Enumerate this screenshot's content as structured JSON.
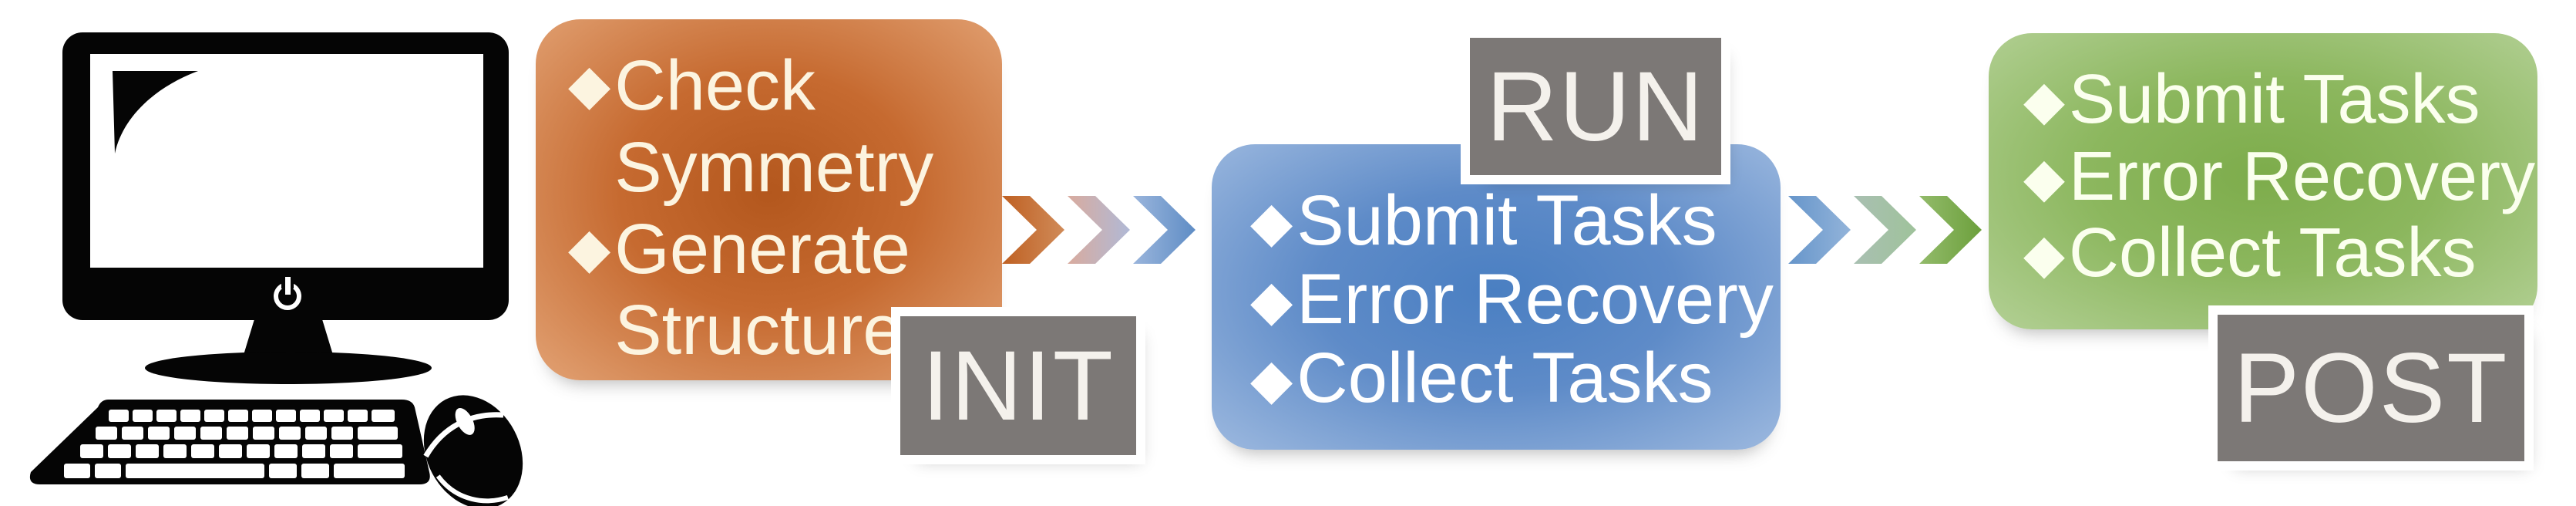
{
  "page": {
    "background": "#ffffff",
    "description_text": ""
  },
  "icons": {
    "bullet_glyph": "◆",
    "computer": "desktop-computer-with-keyboard-and-mouse"
  },
  "label_style": {
    "background": "#7c7876",
    "text_color": "#f4f1ec",
    "outline_color": "#ffffff"
  },
  "stages": [
    {
      "label": "INIT",
      "items": [
        "Check Symmetry",
        "Generate Structure"
      ],
      "colors": {
        "center": "#b3571d",
        "mid": "#c66a30",
        "edge": "#e2a274",
        "text": "#fcf4e0"
      }
    },
    {
      "label": "RUN",
      "items": [
        "Submit Tasks",
        "Error Recovery",
        "Collect Tasks"
      ],
      "colors": {
        "center": "#4a7fc2",
        "mid": "#5e8bc8",
        "edge": "#9db9df",
        "text": "#ffffff"
      }
    },
    {
      "label": "POST",
      "items": [
        "Submit Tasks",
        "Error Recovery",
        "Collect Tasks"
      ],
      "colors": {
        "center": "#7dac4b",
        "mid": "#8cb75e",
        "edge": "#b3d095",
        "text": "#fbffee"
      }
    }
  ],
  "arrows": [
    {
      "from_stage": "INIT",
      "to_stage": "RUN",
      "chevrons": [
        {
          "from": "#bf6022",
          "to": "#d08b59"
        },
        {
          "from": "#d9ab9e",
          "to": "#b0b9d6"
        },
        {
          "from": "#9ab5dc",
          "to": "#5f8dc5"
        }
      ]
    },
    {
      "from_stage": "RUN",
      "to_stage": "POST",
      "chevrons": [
        {
          "from": "#6695ca",
          "to": "#93b4da"
        },
        {
          "from": "#a9c0b2",
          "to": "#9fc29b"
        },
        {
          "from": "#93bb6b",
          "to": "#6ca03c"
        }
      ]
    }
  ]
}
